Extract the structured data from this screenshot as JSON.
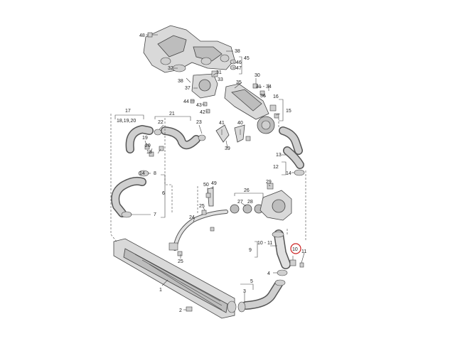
{
  "highlight_color": "#cc2222",
  "highlighted_callout": "10",
  "callouts": {
    "c48": "48",
    "c38a": "38",
    "c45": "45",
    "c46": "46",
    "c47": "47",
    "c32": "32",
    "c31": "31",
    "c33": "33",
    "c30": "30",
    "c31_34": "31 - 34",
    "c35": "35",
    "c36": "36",
    "c37": "37",
    "c38b": "38",
    "c44": "44",
    "c43": "43",
    "c42": "42",
    "c16": "16",
    "c15": "15",
    "c14a": "14",
    "c17": "17",
    "c18_19_20": "18,19,20",
    "c21": "21",
    "c22": "22",
    "c23": "23",
    "c41": "41",
    "c40": "40",
    "c39": "39",
    "c19": "19",
    "c20": "20",
    "c18": "18",
    "c13": "13",
    "c12": "12",
    "c14b": "14",
    "c8": "8",
    "c6": "6",
    "c7": "7",
    "c50": "50",
    "c49": "49",
    "c26": "26",
    "c27": "27",
    "c28": "28",
    "c29": "29",
    "c25a": "25",
    "c24": "24",
    "c25b": "25",
    "c10": "10",
    "c9": "9",
    "c10_11": "10 - 11",
    "c11": "11",
    "c4": "4",
    "c5": "5",
    "c3": "3",
    "c1": "1",
    "c2": "2"
  }
}
